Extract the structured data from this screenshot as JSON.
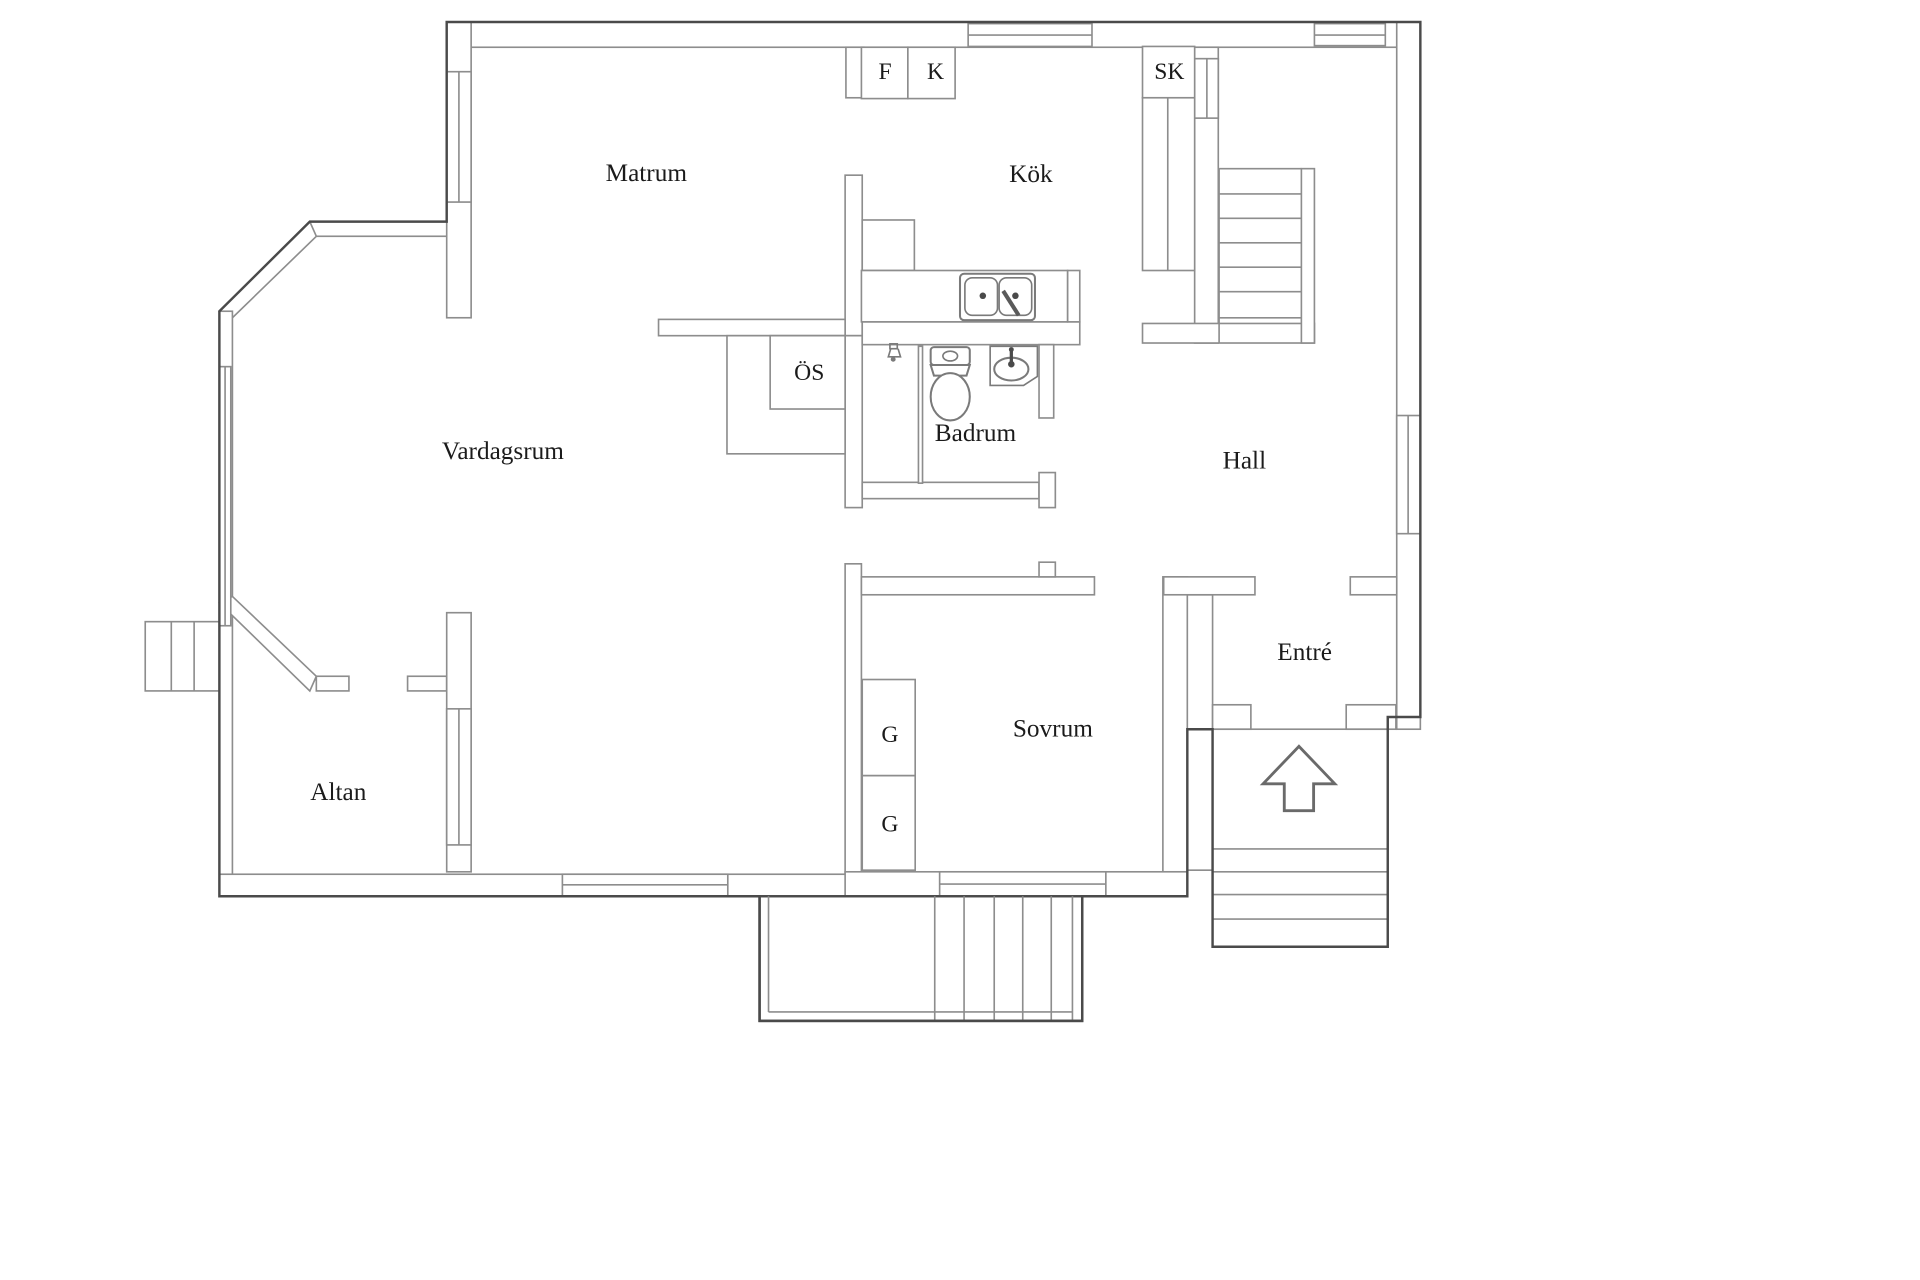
{
  "floorplan": {
    "type": "residential-floor-plan",
    "language": "Swedish",
    "labels": {
      "matrum": "Matrum",
      "kok": "Kök",
      "vardagsrum": "Vardagsrum",
      "badrum": "Badrum",
      "hall": "Hall",
      "entre": "Entré",
      "sovrum": "Sovrum",
      "altan": "Altan",
      "os": "ÖS",
      "sk": "SK",
      "fridge": "F",
      "freezer": "K",
      "wardrobe1": "G",
      "wardrobe2": "G"
    },
    "icons": [
      "kitchen-sink-icon",
      "toilet-icon",
      "washbasin-icon",
      "shower-icon",
      "entrance-arrow-icon",
      "interior-stairs-icon",
      "entry-steps-icon",
      "side-steps-icon",
      "deck-stairs-icon"
    ],
    "colors": {
      "background": "#ffffff",
      "wall_line": "#8d8d8d",
      "outline": "#4a4a4a",
      "fixture_line": "#7a7a7a",
      "text": "#1b1b1b"
    }
  }
}
